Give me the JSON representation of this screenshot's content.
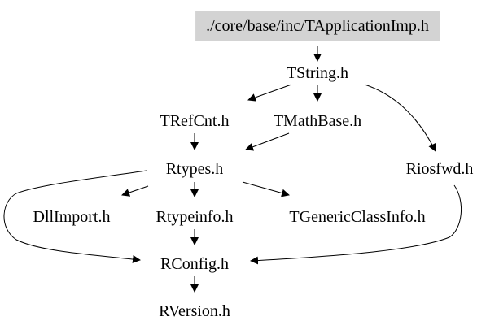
{
  "diagram": {
    "nodes": {
      "root": "./core/base/inc/TApplicationImp.h",
      "tstring": "TString.h",
      "trefcnt": "TRefCnt.h",
      "tmathbase": "TMathBase.h",
      "riosfwd": "Riosfwd.h",
      "rtypes": "Rtypes.h",
      "dllimport": "DllImport.h",
      "rtypeinfo": "Rtypeinfo.h",
      "tgenericclassinfo": "TGenericClassInfo.h",
      "rconfig": "RConfig.h",
      "rversion": "RVersion.h"
    },
    "edges": [
      [
        "root",
        "tstring"
      ],
      [
        "tstring",
        "trefcnt"
      ],
      [
        "tstring",
        "tmathbase"
      ],
      [
        "tstring",
        "riosfwd"
      ],
      [
        "trefcnt",
        "rtypes"
      ],
      [
        "tmathbase",
        "rtypes"
      ],
      [
        "rtypes",
        "dllimport"
      ],
      [
        "rtypes",
        "rtypeinfo"
      ],
      [
        "rtypes",
        "tgenericclassinfo"
      ],
      [
        "rtypes",
        "rconfig"
      ],
      [
        "riosfwd",
        "rconfig"
      ],
      [
        "rtypeinfo",
        "rconfig"
      ],
      [
        "rconfig",
        "rversion"
      ]
    ],
    "colors": {
      "root_fill": "#d3d3d3",
      "edge": "#000000",
      "text": "#000000"
    }
  }
}
